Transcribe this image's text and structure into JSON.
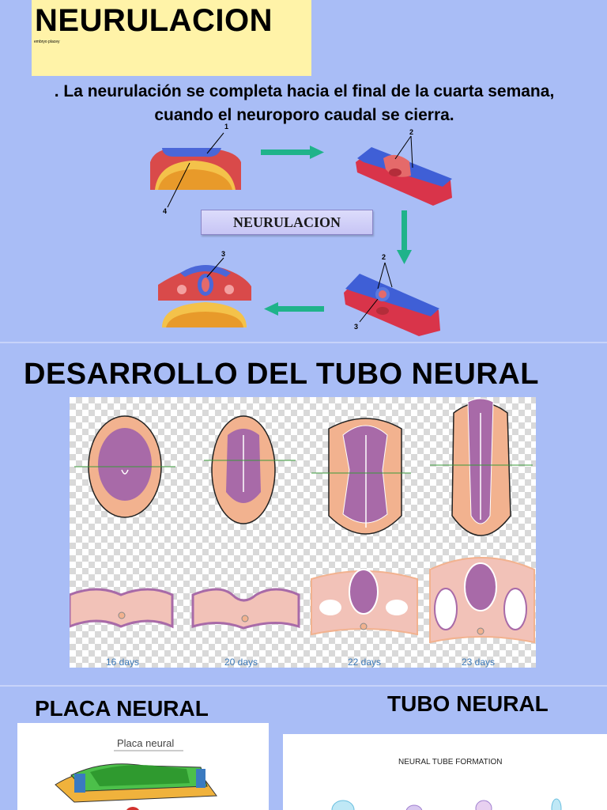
{
  "slide1": {
    "title": "NEURULACION",
    "subtitle_tiny": "embryo placey",
    "intro": ". La neurulación se completa hacia el final de la cuarta semana, cuando el neuroporo caudal se cierra.",
    "center_label": "NEURULACION",
    "callouts": [
      "1",
      "2",
      "4",
      "3",
      "2",
      "3"
    ]
  },
  "slide2": {
    "title": "DESARROLLO DEL TUBO NEURAL",
    "days": [
      "16 days",
      "20 days",
      "22 days",
      "23 days"
    ]
  },
  "slide3": {
    "left_title": "PLACA NEURAL",
    "right_title": "TUBO NEURAL",
    "placa_label": "Placa neural",
    "ntf_label": "NEURAL TUBE FORMATION"
  }
}
